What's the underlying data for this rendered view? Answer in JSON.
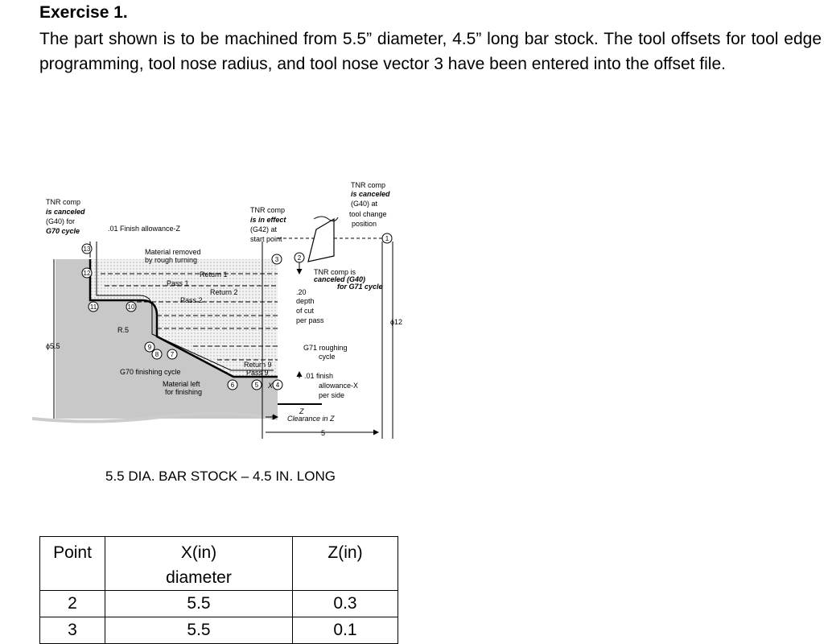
{
  "document": {
    "heading": "Exercise 1.",
    "paragraph": "The part shown is to be machined from 5.5” diameter, 4.5” long bar stock. The tool offsets for tool edge programming, tool nose radius, and tool nose vector 3 have been entered into the offset file.",
    "figure_caption": "5.5 DIA. BAR STOCK – 4.5 IN. LONG"
  },
  "figure": {
    "tnr_left": [
      "TNR comp",
      "is canceled",
      "(G40) for",
      "G70 cycle"
    ],
    "finish_allowance_z": ".01 Finish allowance-Z",
    "material_removed": [
      "Material removed",
      "by rough turning"
    ],
    "tnr_start": [
      "TNR comp",
      "is in effect",
      "(G42) at",
      "start point"
    ],
    "tnr_top": [
      "TNR comp",
      "is canceled",
      "(G40) at",
      "tool change",
      "position"
    ],
    "tnr_g71": [
      "TNR comp is",
      "canceled (G40)",
      "for G71 cycle"
    ],
    "depth_cut": [
      ".20",
      "depth",
      "of cut",
      "per pass"
    ],
    "g71_cycle": [
      "G71 roughing",
      "cycle"
    ],
    "finish_x": [
      ".01 finish",
      "allowance-X",
      "per side"
    ],
    "clearance_z": [
      "Z",
      "Clearance in Z"
    ],
    "dim_5": "5",
    "dim_1": "1",
    "dia_55": "ϕ5.5",
    "dia_12": "ϕ12",
    "radius": "R.5",
    "g70_cycle": "G70 finishing cycle",
    "material_left": [
      "Material left",
      "for finishing"
    ],
    "pass1": "Pass 1",
    "return1": "Return 1",
    "return2": "Return 2",
    "pass2": "Pass 2",
    "return9": "Return 9",
    "pass9": "Pass 9",
    "x_mark": "X",
    "point_numbers": [
      "1",
      "2",
      "3",
      "4",
      "5",
      "6",
      "7",
      "8",
      "9",
      "10",
      "11",
      "12",
      "13"
    ]
  },
  "table": {
    "headers": [
      "Point",
      "X(in)",
      "diameter",
      "Z(in)"
    ],
    "rows": [
      {
        "point": "2",
        "x": "5.5",
        "z": "0.3"
      },
      {
        "point": "3",
        "x": "5.5",
        "z": "0.1"
      }
    ]
  }
}
